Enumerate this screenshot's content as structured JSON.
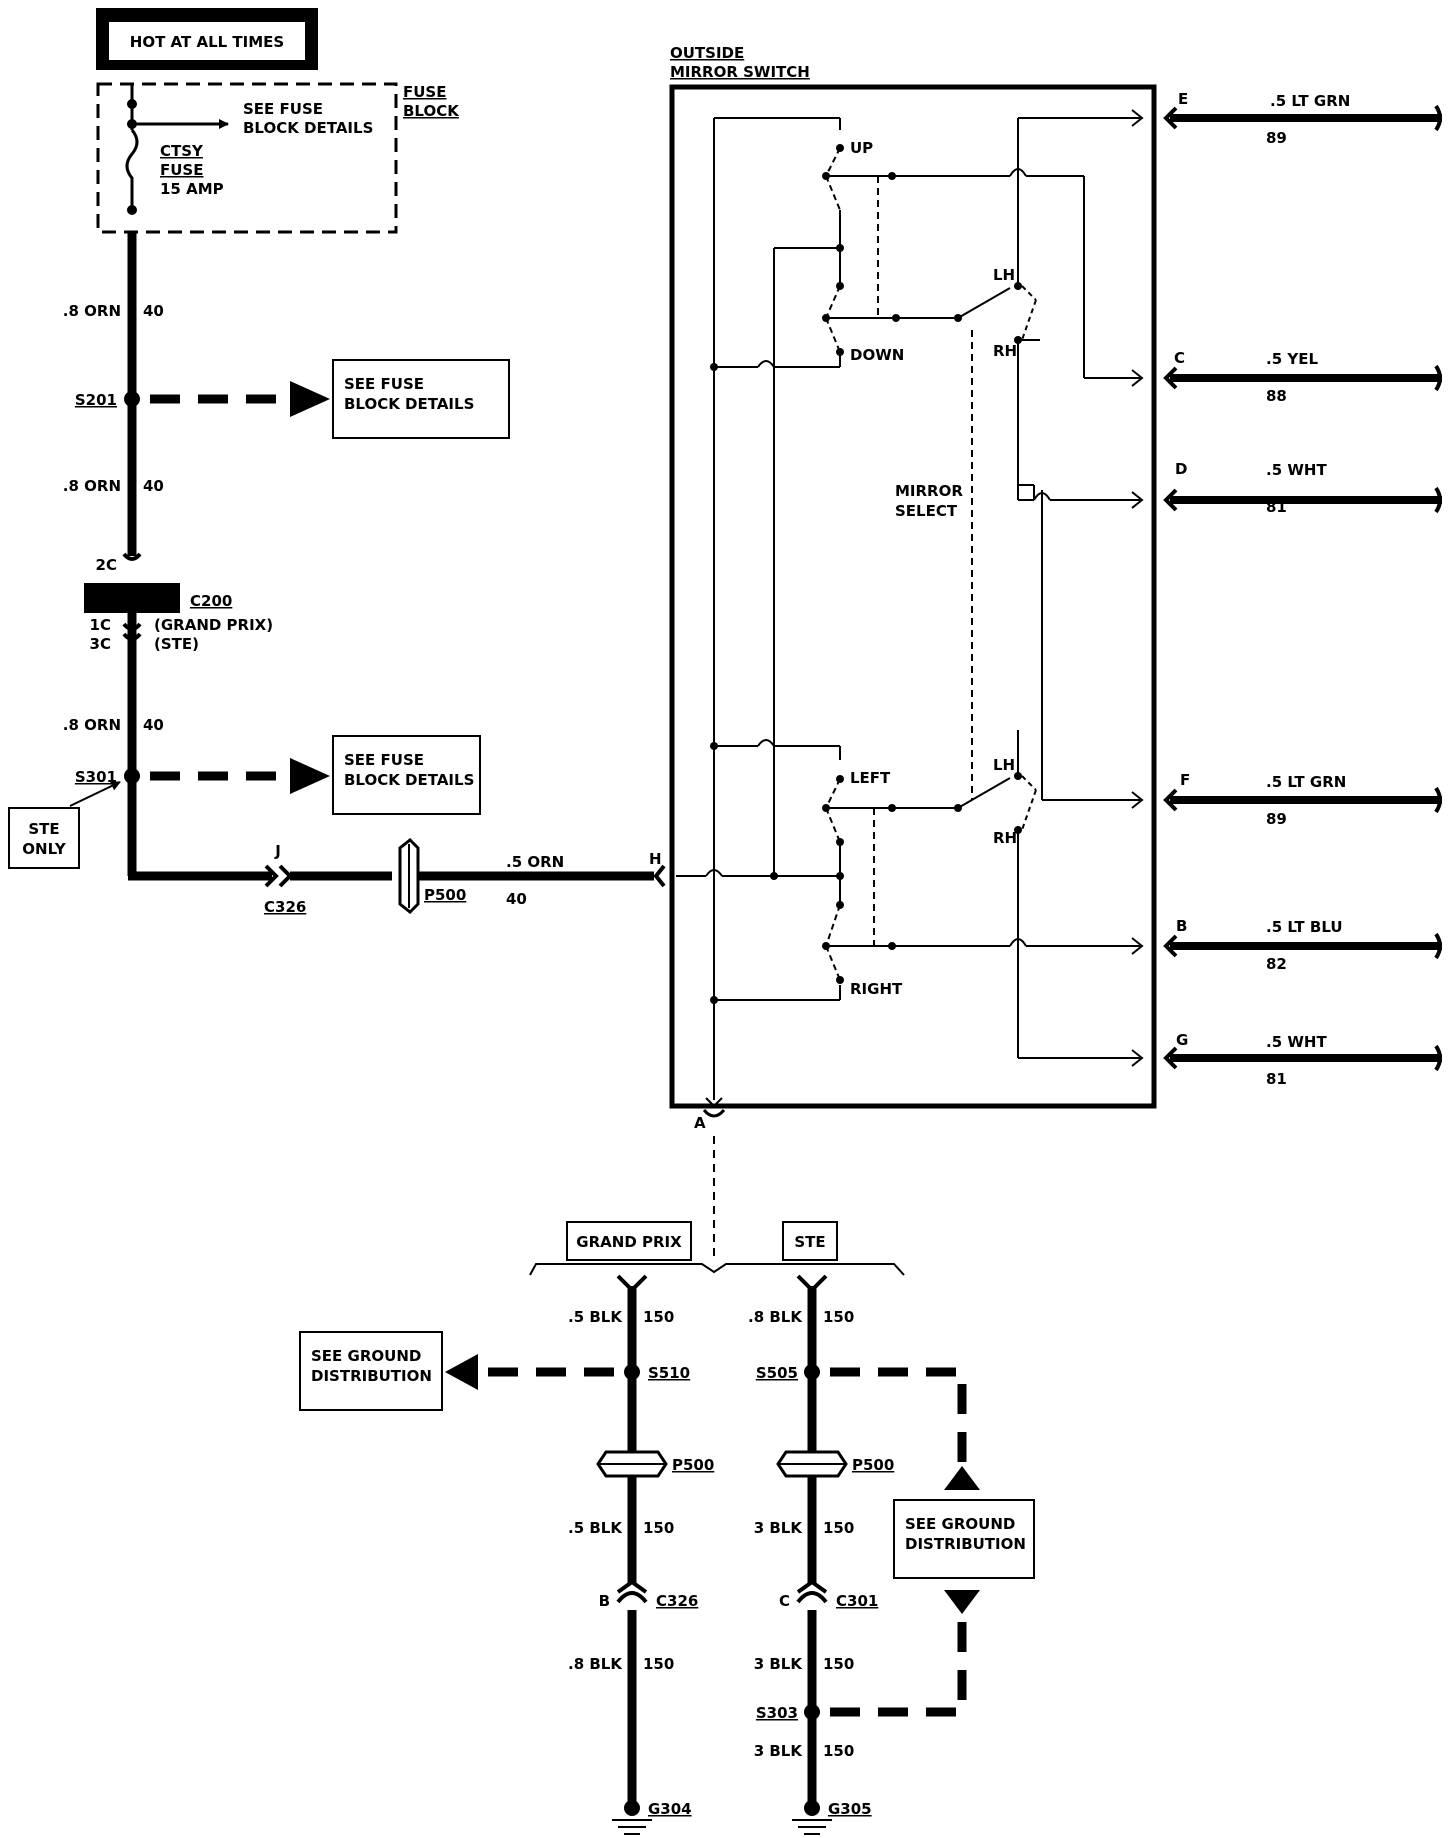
{
  "header": {
    "hot_at_all_times": "HOT AT ALL TIMES"
  },
  "fuse_block": {
    "label_line1": "FUSE",
    "label_line2": "BLOCK",
    "see_line1": "SEE FUSE",
    "see_line2": "BLOCK DETAILS",
    "fuse_line1": "CTSY",
    "fuse_line2": "FUSE",
    "fuse_line3": "15 AMP"
  },
  "feed_wires": [
    {
      "size_color": ".8 ORN",
      "circuit": "40"
    },
    {
      "size_color": ".8 ORN",
      "circuit": "40"
    },
    {
      "size_color": ".8 ORN",
      "circuit": "40"
    }
  ],
  "splices": {
    "s201": "S201",
    "s301": "S301",
    "s510": "S510",
    "s505": "S505",
    "s303": "S303"
  },
  "fuse_detail_boxes": [
    {
      "line1": "SEE FUSE",
      "line2": "BLOCK DETAILS"
    },
    {
      "line1": "SEE FUSE",
      "line2": "BLOCK DETAILS"
    }
  ],
  "c200": {
    "name": "C200",
    "pin_top": "2C",
    "pin_gp": "1C",
    "pin_ste": "3C",
    "note_gp": "(GRAND PRIX)",
    "note_ste": "(STE)"
  },
  "ste_only": {
    "line1": "STE",
    "line2": "ONLY"
  },
  "c326_top": {
    "name": "C326",
    "pin": "J"
  },
  "p500_top": {
    "name": "P500"
  },
  "orn_wire": {
    "size_color": ".5 ORN",
    "circuit": "40"
  },
  "switch": {
    "title_line1": "OUTSIDE",
    "title_line2": "MIRROR SWITCH",
    "pin_h": "H",
    "pin_a": "A",
    "up": "UP",
    "down": "DOWN",
    "left": "LEFT",
    "right": "RIGHT",
    "lh_top": "LH",
    "rh_top": "RH",
    "lh_bottom": "LH",
    "rh_bottom": "RH",
    "select_line1": "MIRROR",
    "select_line2": "SELECT"
  },
  "outputs": [
    {
      "pin": "E",
      "wire": ".5 LT GRN",
      "circuit": "89"
    },
    {
      "pin": "C",
      "wire": ".5 YEL",
      "circuit": "88"
    },
    {
      "pin": "D",
      "wire": ".5 WHT",
      "circuit": "81"
    },
    {
      "pin": "F",
      "wire": ".5 LT GRN",
      "circuit": "89"
    },
    {
      "pin": "B",
      "wire": ".5 LT BLU",
      "circuit": "82"
    },
    {
      "pin": "G",
      "wire": ".5 WHT",
      "circuit": "81"
    }
  ],
  "ground": {
    "grand_prix": "GRAND PRIX",
    "ste": "STE",
    "see_ground_left": {
      "line1": "SEE GROUND",
      "line2": "DISTRIBUTION"
    },
    "see_ground_right": {
      "line1": "SEE GROUND",
      "line2": "DISTRIBUTION"
    },
    "gp_wires": [
      {
        "size_color": ".5 BLK",
        "circuit": "150"
      },
      {
        "size_color": ".5 BLK",
        "circuit": "150"
      },
      {
        "size_color": ".8 BLK",
        "circuit": "150"
      }
    ],
    "ste_wires": [
      {
        "size_color": ".8 BLK",
        "circuit": "150"
      },
      {
        "size_color": "3 BLK",
        "circuit": "150"
      },
      {
        "size_color": "3 BLK",
        "circuit": "150"
      },
      {
        "size_color": "3 BLK",
        "circuit": "150"
      }
    ],
    "p500_gp": "P500",
    "p500_ste": "P500",
    "c326": "C326",
    "c326_pin": "B",
    "c301": "C301",
    "c301_pin": "C",
    "g304": "G304",
    "g305": "G305"
  }
}
